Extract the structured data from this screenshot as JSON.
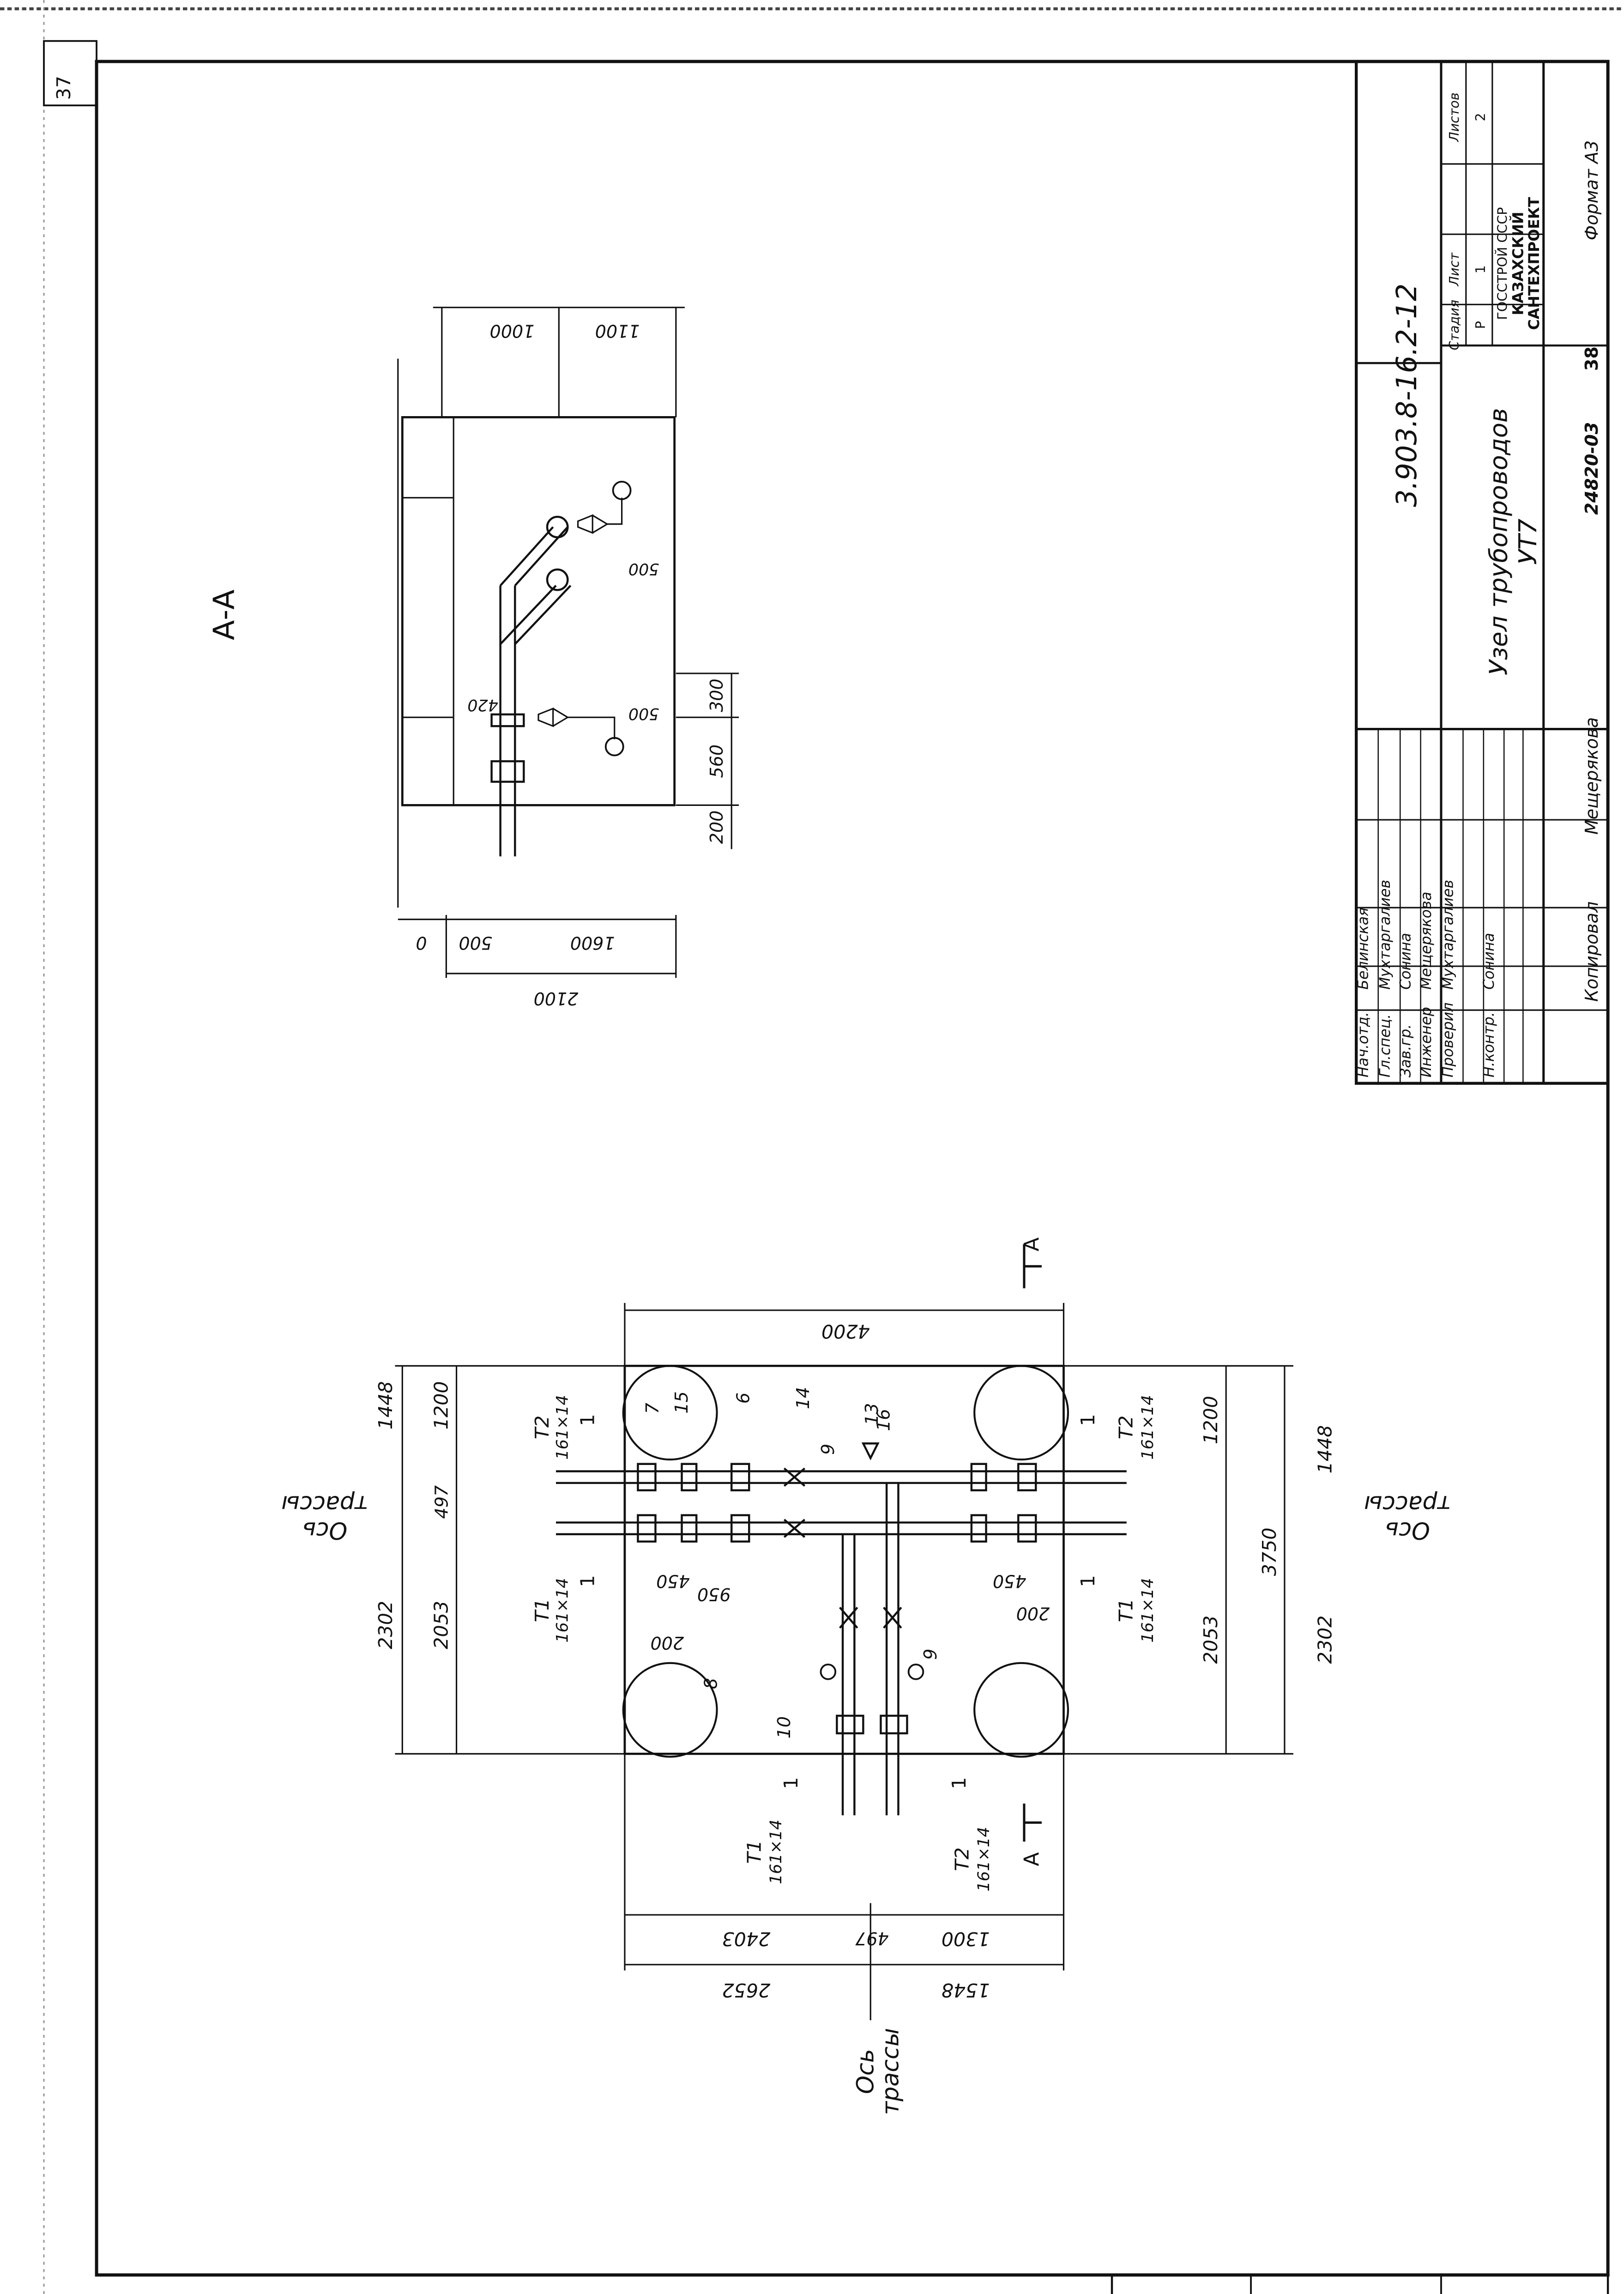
{
  "sheet": {
    "margin_number": "37"
  },
  "title_block": {
    "document_code": "3.903.8-16.2-12",
    "title_line1": "Узел трубопроводов",
    "title_line2": "УТ7",
    "stage_header": "Стадия",
    "sheet_header": "Лист",
    "sheets_header": "Листов",
    "stage": "Р",
    "sheet_no": "1",
    "sheets_total": "2",
    "org_line1": "ГОССТРОЙ СССР",
    "org_line2": "КАЗАХСКИЙ",
    "org_line3": "САНТЕХПРОЕКТ",
    "signatures": [
      {
        "role": "Нач.отд.",
        "name": "Белинская"
      },
      {
        "role": "Гл.спец.",
        "name": "Мухтаргалиев"
      },
      {
        "role": "Зав.гр.",
        "name": "Сонина"
      },
      {
        "role": "Инженер",
        "name": "Мещерякова"
      },
      {
        "role": "Проверил",
        "name": "Мухтаргалиев"
      },
      {
        "role": "",
        "name": ""
      },
      {
        "role": "Н.контр.",
        "name": "Сонина"
      }
    ],
    "copied_label": "Копировал",
    "copied_name": "Мещерякова",
    "inventory_no": "24820-03",
    "page_no": "38",
    "format": "Формат А3"
  },
  "section_aa": {
    "title": "А-А",
    "dims_top": [
      "1000",
      "1100"
    ],
    "dims_left": [
      "0",
      "500",
      "1600",
      "2100"
    ],
    "dims_right": [
      "200",
      "560",
      "300"
    ],
    "dims_inner": [
      "420",
      "500",
      "500"
    ]
  },
  "plan": {
    "section_mark": "А",
    "axis_label_line1": "Ось",
    "axis_label_line2": "трассы",
    "dims_overall_width": "4200",
    "dims_vertical": [
      "1448",
      "1200",
      "497",
      "2053",
      "2302",
      "3750"
    ],
    "dims_horizontal": [
      "2652",
      "1548",
      "2403",
      "497",
      "1300"
    ],
    "dims_inner": [
      "950",
      "450",
      "200"
    ],
    "pipes": [
      {
        "label": "Т1",
        "size": "161×14"
      },
      {
        "label": "Т2",
        "size": "161×14"
      }
    ],
    "cut_mark": "1",
    "item_numbers": [
      "6",
      "7",
      "8",
      "9",
      "10",
      "13",
      "14",
      "15",
      "16"
    ]
  }
}
